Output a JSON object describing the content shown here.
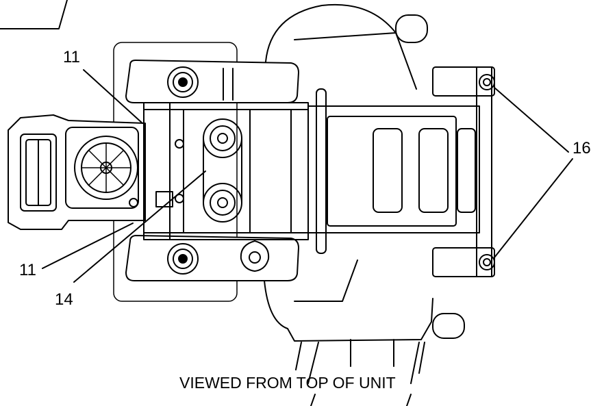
{
  "caption": "VIEWED FROM TOP OF UNIT",
  "callouts": {
    "upper_11": "11",
    "lower_11": "11",
    "pulley_14": "14",
    "caster_16": "16"
  },
  "colors": {
    "line": "#000000",
    "background": "#ffffff"
  }
}
